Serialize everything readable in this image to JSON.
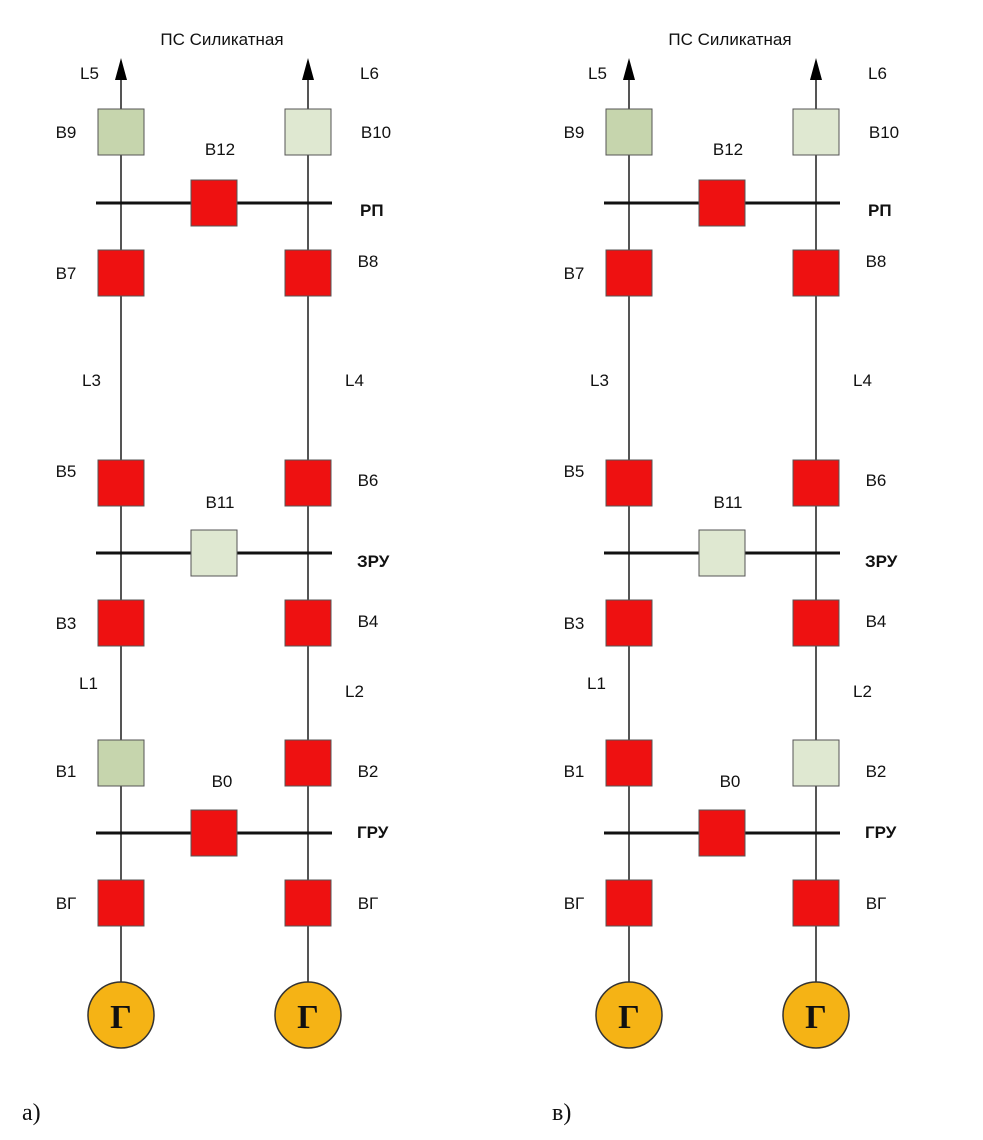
{
  "colors": {
    "closed": "#ee1111",
    "open": "#c6d5ad",
    "open_light": "#dfe8d1",
    "generator": "#f5b315",
    "line": "#555555",
    "bus": "#111111"
  },
  "diagrams": [
    {
      "caption": "а)",
      "title": "ПС Силикатная",
      "lines": {
        "L1": "L1",
        "L2": "L2",
        "L3": "L3",
        "L4": "L4",
        "L5": "L5",
        "L6": "L6"
      },
      "buses": {
        "rp": "РП",
        "zru": "ЗРУ",
        "gru": "ГРУ"
      },
      "generators": [
        "Г",
        "Г"
      ],
      "breakers": {
        "B9": {
          "label": "B9",
          "state": "open"
        },
        "B10": {
          "label": "B10",
          "state": "open_light"
        },
        "B12": {
          "label": "B12",
          "state": "closed"
        },
        "B7": {
          "label": "B7",
          "state": "closed"
        },
        "B8": {
          "label": "B8",
          "state": "closed"
        },
        "B5": {
          "label": "B5",
          "state": "closed"
        },
        "B6": {
          "label": "B6",
          "state": "closed"
        },
        "B11": {
          "label": "B11",
          "state": "open_light"
        },
        "B3": {
          "label": "B3",
          "state": "closed"
        },
        "B4": {
          "label": "B4",
          "state": "closed"
        },
        "B1": {
          "label": "B1",
          "state": "open"
        },
        "B2": {
          "label": "B2",
          "state": "closed"
        },
        "B0": {
          "label": "B0",
          "state": "closed"
        },
        "VG1": {
          "label": "ВГ",
          "state": "closed"
        },
        "VG2": {
          "label": "ВГ",
          "state": "closed"
        }
      }
    },
    {
      "caption": "в)",
      "title": "ПС Силикатная",
      "lines": {
        "L1": "L1",
        "L2": "L2",
        "L3": "L3",
        "L4": "L4",
        "L5": "L5",
        "L6": "L6"
      },
      "buses": {
        "rp": "РП",
        "zru": "ЗРУ",
        "gru": "ГРУ"
      },
      "generators": [
        "Г",
        "Г"
      ],
      "breakers": {
        "B9": {
          "label": "B9",
          "state": "open"
        },
        "B10": {
          "label": "B10",
          "state": "open_light"
        },
        "B12": {
          "label": "B12",
          "state": "closed"
        },
        "B7": {
          "label": "B7",
          "state": "closed"
        },
        "B8": {
          "label": "B8",
          "state": "closed"
        },
        "B5": {
          "label": "B5",
          "state": "closed"
        },
        "B6": {
          "label": "B6",
          "state": "closed"
        },
        "B11": {
          "label": "B11",
          "state": "open_light"
        },
        "B3": {
          "label": "B3",
          "state": "closed"
        },
        "B4": {
          "label": "B4",
          "state": "closed"
        },
        "B1": {
          "label": "B1",
          "state": "closed"
        },
        "B2": {
          "label": "B2",
          "state": "open_light"
        },
        "B0": {
          "label": "B0",
          "state": "closed"
        },
        "VG1": {
          "label": "ВГ",
          "state": "closed"
        },
        "VG2": {
          "label": "ВГ",
          "state": "closed"
        }
      }
    }
  ]
}
